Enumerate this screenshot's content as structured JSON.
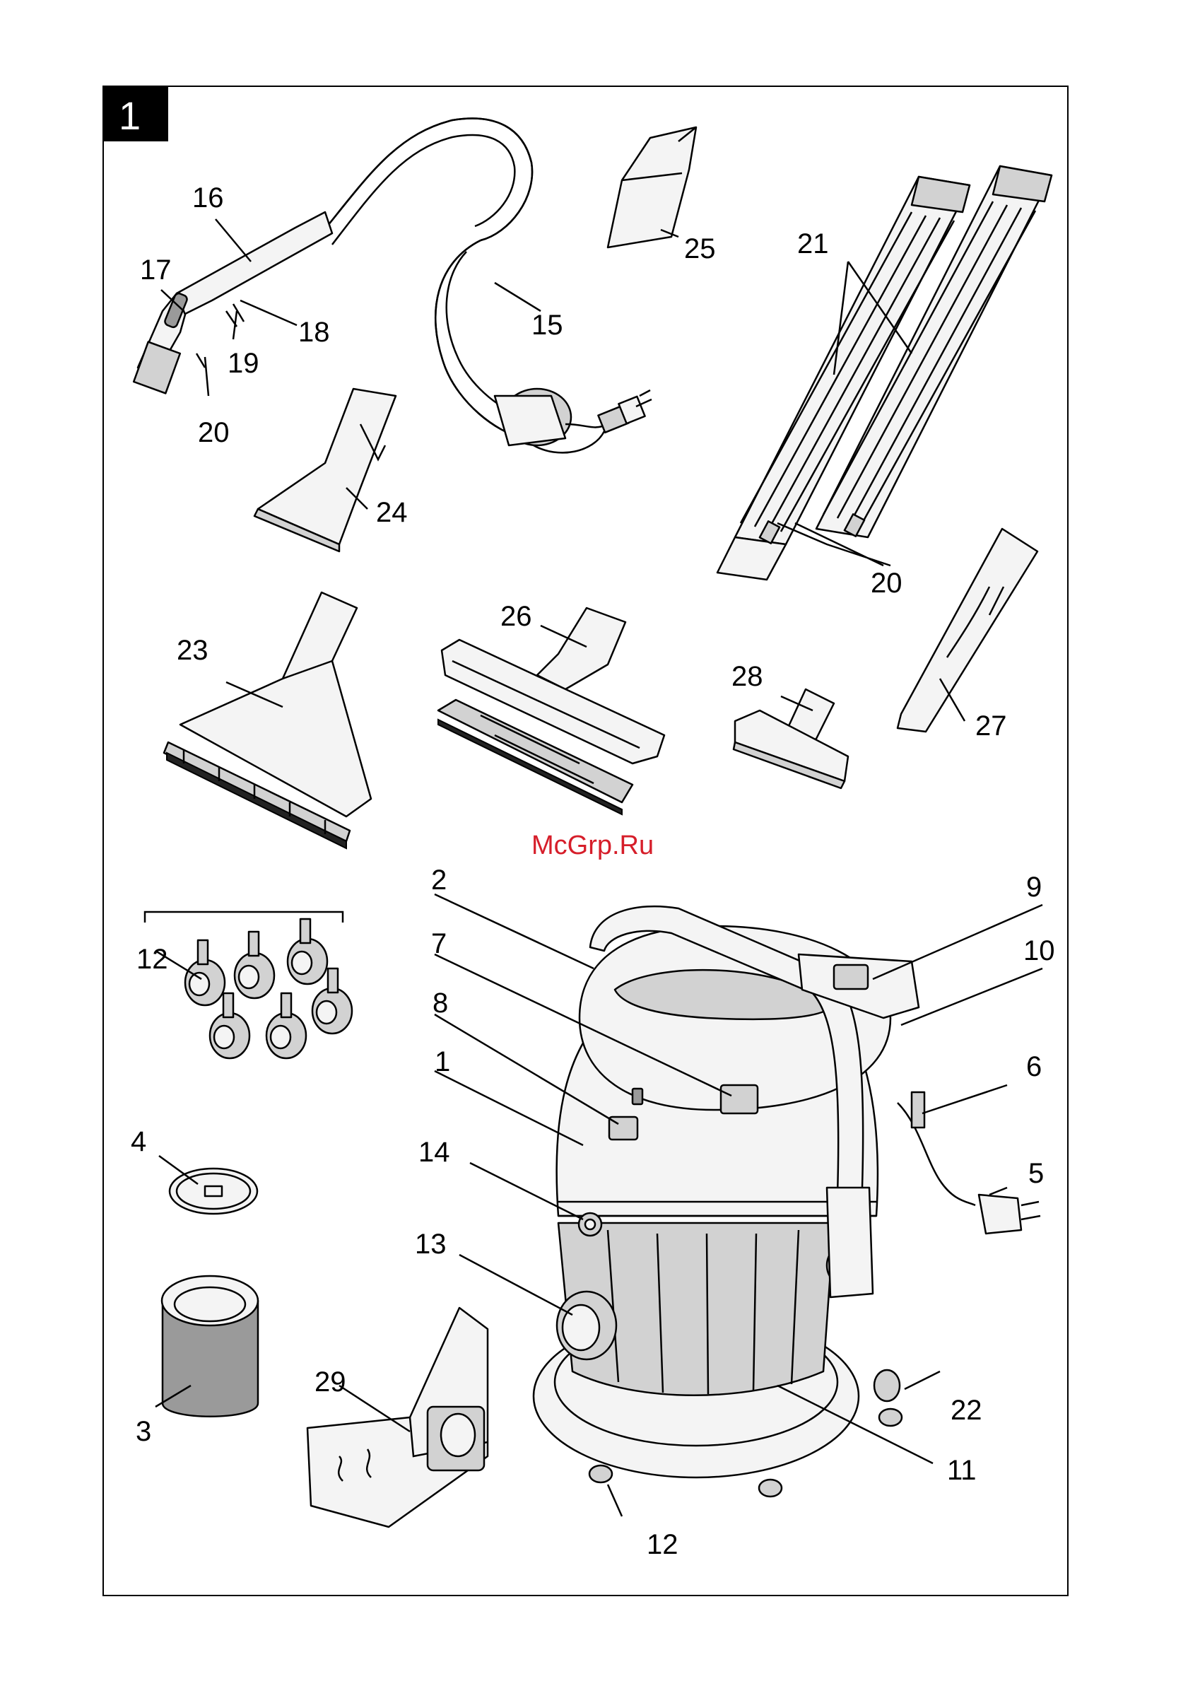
{
  "figure_number": "1",
  "watermark": "McGrp.Ru",
  "callouts": {
    "c1": "1",
    "c2": "2",
    "c3": "3",
    "c4": "4",
    "c5": "5",
    "c6": "6",
    "c7": "7",
    "c8": "8",
    "c9": "9",
    "c10": "10",
    "c11": "11",
    "c12a": "12",
    "c12b": "12",
    "c13": "13",
    "c14": "14",
    "c15": "15",
    "c16": "16",
    "c17": "17",
    "c18": "18",
    "c19": "19",
    "c20a": "20",
    "c20b": "20",
    "c21": "21",
    "c22": "22",
    "c23": "23",
    "c24": "24",
    "c25": "25",
    "c26": "26",
    "c27": "27",
    "c28": "28",
    "c29": "29"
  },
  "colors": {
    "watermark": "#d61e2a",
    "figure_badge": "#000000"
  }
}
